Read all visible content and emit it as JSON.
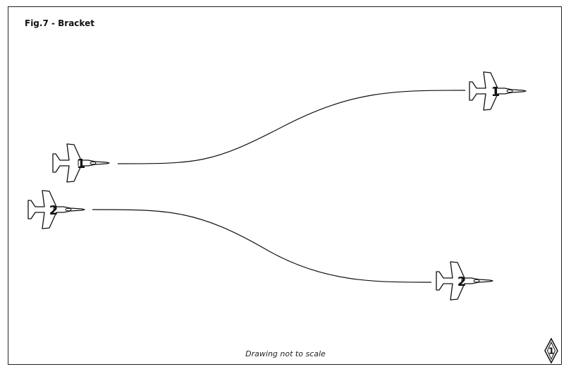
{
  "figure": {
    "title": "Fig.7 - Bracket",
    "note": "Drawing not to scale"
  },
  "aircraft": [
    {
      "id": "lead-start",
      "label": "1"
    },
    {
      "id": "lead-end",
      "label": "1"
    },
    {
      "id": "wing-start",
      "label": "2"
    },
    {
      "id": "wing-end",
      "label": "2"
    }
  ],
  "emblem": {
    "label": "1"
  },
  "colors": {
    "ink": "#111111",
    "background": "#ffffff"
  }
}
